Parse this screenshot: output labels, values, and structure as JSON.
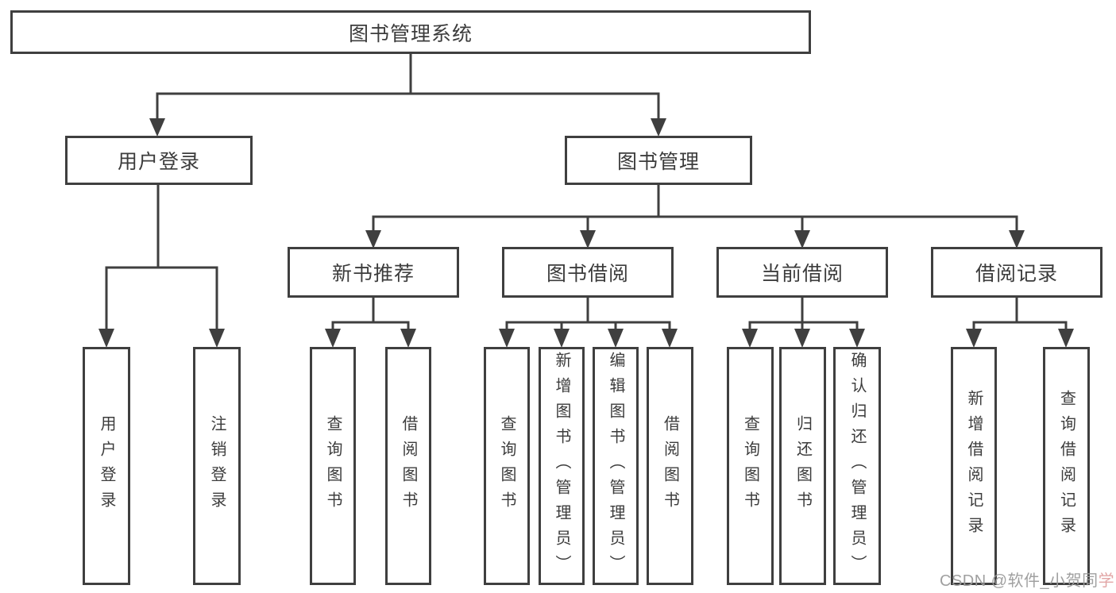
{
  "tree": {
    "root": {
      "label": "图书管理系统"
    },
    "branches": [
      {
        "label": "用户登录",
        "leaves": [
          {
            "label": "用户登录"
          },
          {
            "label": "注销登录"
          }
        ]
      },
      {
        "label": "图书管理",
        "groups": [
          {
            "label": "新书推荐",
            "leaves": [
              {
                "label": "查询图书"
              },
              {
                "label": "借阅图书"
              }
            ]
          },
          {
            "label": "图书借阅",
            "leaves": [
              {
                "label": "查询图书"
              },
              {
                "label": "新增图书（管理员）"
              },
              {
                "label": "编辑图书（管理员）"
              },
              {
                "label": "借阅图书"
              }
            ]
          },
          {
            "label": "当前借阅",
            "leaves": [
              {
                "label": "查询图书"
              },
              {
                "label": "归还图书"
              },
              {
                "label": "确认归还（管理员）"
              }
            ]
          },
          {
            "label": "借阅记录",
            "leaves": [
              {
                "label": "新增借阅记录"
              },
              {
                "label": "查询借阅记录"
              }
            ]
          }
        ]
      }
    ]
  },
  "watermark": {
    "text_main": "CSDN @软件_小贺同",
    "text_accent": "学"
  },
  "colors": {
    "line": "#3f3f3f",
    "text": "#3c3c3c",
    "background": "#ffffff",
    "box_fill": "#ffffff",
    "watermark": "#9b9b9b",
    "watermark_accent": "#e0a1a1"
  }
}
